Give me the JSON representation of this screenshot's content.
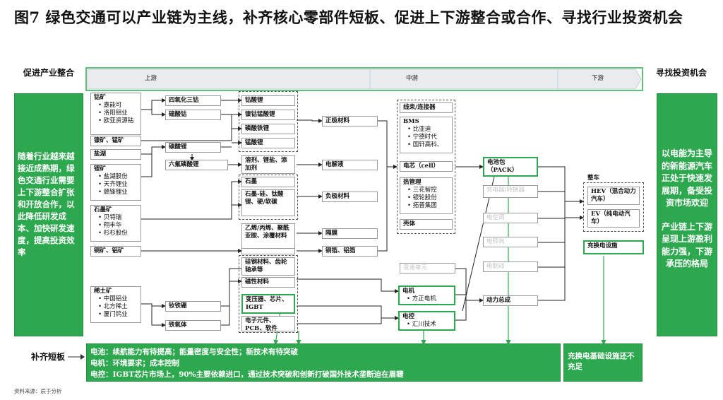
{
  "title": "图7 绿色交通可以产业链为主线，补齐核心零部件短板、促进上下游整合或合作、寻找行业投资机会",
  "left_panel": {
    "heading": "促进产业整合",
    "text": "随着行业越来越接近成熟期，绿色交通行业需要上下游整合扩张和开放合作，以此降低研发成本、加快研发速度，提高投资效率"
  },
  "right_panel": {
    "heading": "寻找投资机会",
    "text1": "以电能为主导的新能源汽车正处于快速发展期，备受投资市场欢迎",
    "text2": "产业链上下游呈现上游盈利能力强，下游承压的格局"
  },
  "bands": {
    "upstream": "上游",
    "midstream": "中游",
    "downstream": "下游"
  },
  "mines": {
    "cobalt": {
      "title": "钴矿",
      "items": [
        "嘉能可",
        "洛阳钼业",
        "欧亚资源钴"
      ]
    },
    "nickel_manganese": "镍矿、锰矿",
    "salt_lake": "盐湖",
    "lithium": {
      "title": "锂矿",
      "items": [
        "盐湖股份",
        "天齐锂业",
        "赣锋锂业"
      ]
    },
    "graphite": {
      "title": "石墨矿",
      "items": [
        "贝特瑞",
        "翔丰华",
        "杉杉股份"
      ]
    },
    "copper_aluminum": "铜矿、铝矿",
    "rare_earth": {
      "title": "稀土矿",
      "items": [
        "中国铝业",
        "北方稀土",
        "厦门钨业"
      ]
    }
  },
  "intermediates": {
    "cobalt_tetroxide": "四氧化三钴",
    "cobalt_sulfate": "硫酸钴",
    "lithium_carbonate": "碳酸锂",
    "lithium_hexafluorophosphate": "六氟磷酸锂",
    "ndfeb": "钕铁硼",
    "ferrite": "铁氧体"
  },
  "materials": {
    "lithium_cobaltate": "钴酸锂",
    "nmc": "镍钴锰酸锂",
    "lfp": "磷酸铁锂",
    "lmo": "锰酸锂",
    "solvent": "溶剂、锂盐、添加剂",
    "graphite": "石墨",
    "graphite_si": "石墨-硅、钛酸锂、硬/软碳",
    "separator_materials": "乙烯/丙烯、聚酰亚胺、涂覆材料",
    "silicon_steel": "硅钢材料、齿轮轴承等",
    "magnetic": "磁性材料",
    "power_semis": "变压器、芯片、IGBT",
    "electronics": "电子元件、PCB、软件"
  },
  "components": {
    "cathode": "正极材料",
    "electrolyte": "电解液",
    "anode": "负极材料",
    "separator": "隔膜",
    "foil": "铜箔、铝箔"
  },
  "cell_group": {
    "harness": "线束/连接器",
    "bms_title": "BMS",
    "bms_items": [
      "比亚迪",
      "宁德时代",
      "国轩高科、"
    ],
    "cell": "电芯（cell）",
    "thermal_title": "热管理",
    "thermal_items": [
      "三花智控",
      "银轮股份",
      "拓普集团"
    ],
    "shell": "壳体"
  },
  "pack": {
    "line1": "电池包",
    "line2": "（PACK）"
  },
  "gray_items": [
    "充电器/转换器",
    "电空调",
    "电转向",
    "电制动"
  ],
  "gearbox": "变速单元",
  "motor": {
    "title": "电机",
    "items": [
      "方正电机"
    ]
  },
  "controller": {
    "title": "电控",
    "items": [
      "汇川技术"
    ]
  },
  "powertrain": "动力总成",
  "vehicle": {
    "title": "整车",
    "hev": "HEV（混合动力汽车）",
    "ev": "EV（纯电动汽车）"
  },
  "charging": "充换电设施",
  "shortboard": {
    "label": "补齐短板",
    "lines": [
      "电池：续航能力有待提高；能量密度与安全性；新技术有待突破",
      "电机：环境要求；成本控制",
      "电控：IGBT芯片市场上，90%主要依赖进口，通过技术突破和创新打破国外技术垄断迫在眉睫"
    ],
    "right": "充换电基础设施还不充足"
  },
  "source": "资料来源：辰于分析",
  "colors": {
    "green": "#2ea84f",
    "band": "#e8ecef"
  }
}
